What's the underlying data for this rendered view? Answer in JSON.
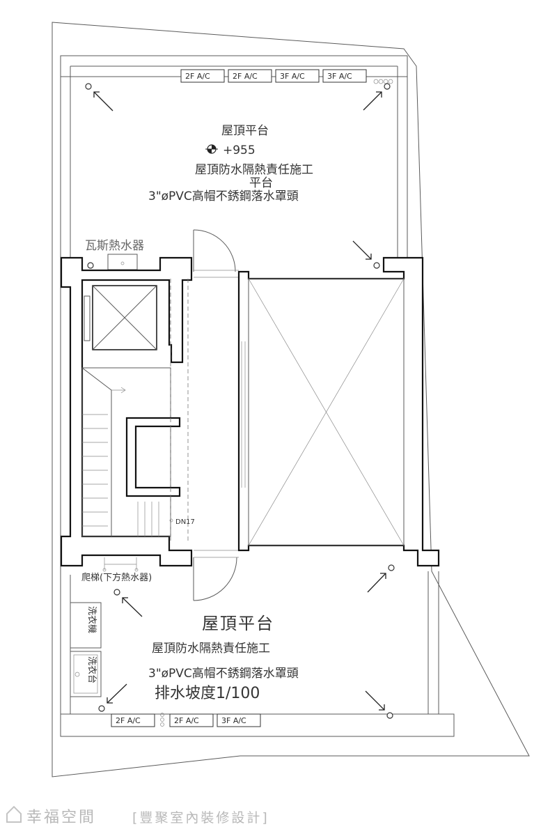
{
  "top_ac_labels": [
    "2F A/C",
    "2F A/C",
    "3F A/C",
    "3F A/C"
  ],
  "bottom_ac_labels": [
    "2F A/C",
    "2F A/C",
    "3F A/C"
  ],
  "top_area": {
    "title": "屋頂平台",
    "elevation": "+955",
    "waterproof": "屋頂防水隔熱責任施工",
    "overlap_text": "平台",
    "drain_note": "3\"øPVC高帽不銹鋼落水罩頭"
  },
  "gas_heater": "瓦斯熱水器",
  "downpipe": "DN17",
  "ladder_note": "爬梯(下方熱水器)",
  "bottom_area": {
    "title": "屋頂平台",
    "waterproof": "屋頂防水隔熱責任施工",
    "drain_note": "3\"øPVC高帽不銹鋼落水罩頭",
    "slope": "排水坡度1/100"
  },
  "washer": "洗衣機",
  "sink": "洗衣台",
  "footer": {
    "brand": "幸福空間",
    "designer": "[豐聚室內裝修設計]"
  }
}
